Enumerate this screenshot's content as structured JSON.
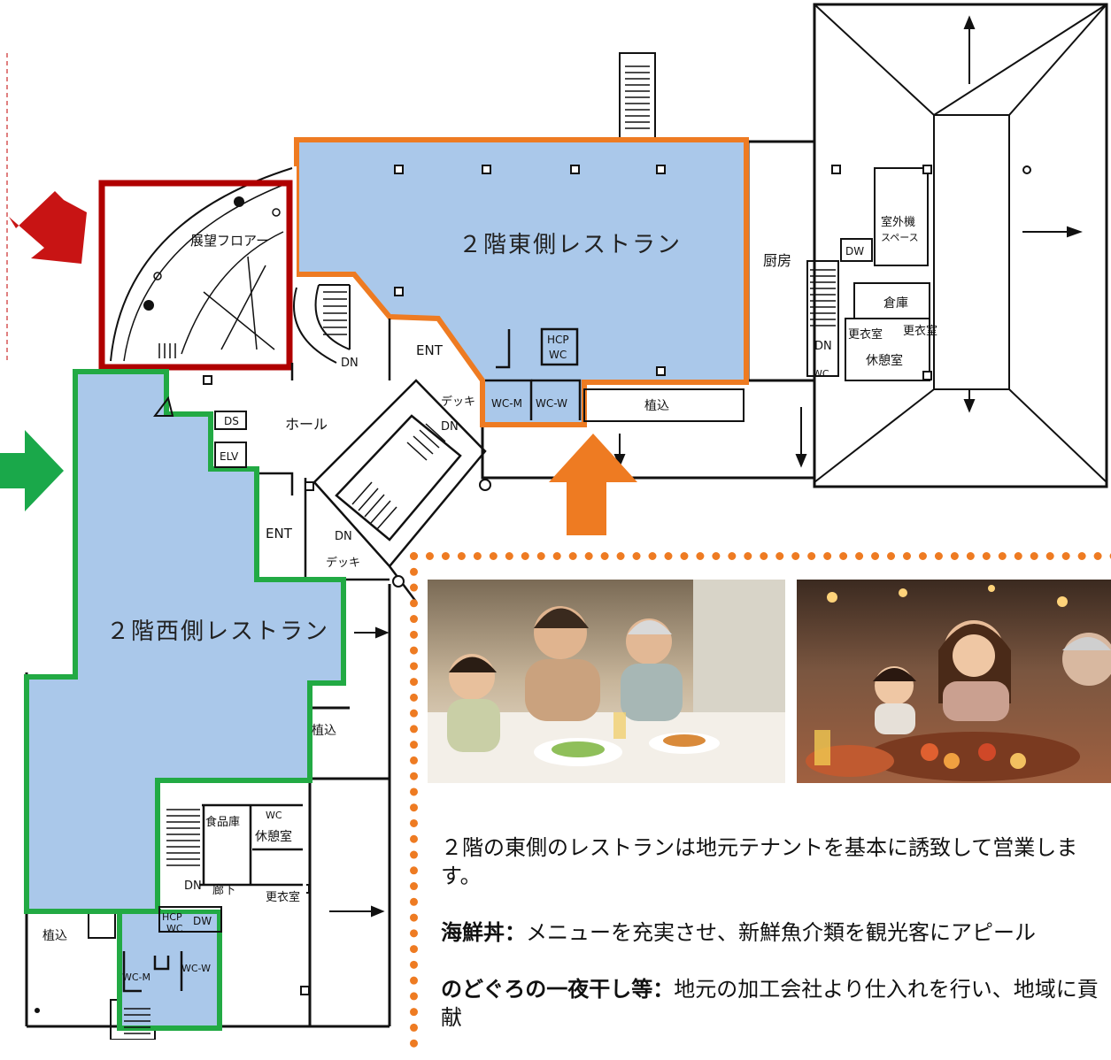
{
  "labels": {
    "east_restaurant": "２階東側レストラン",
    "west_restaurant": "２階西側レストラン",
    "observation_floor": "展望フロアー",
    "kitchen": "厨房",
    "hall": "ホール",
    "ent_east": "ENT",
    "ent_west": "ENT",
    "deck_east": "デッキ",
    "deck_west": "デッキ",
    "dn": "DN",
    "wc_m": "WC-M",
    "wc_w": "WC-W",
    "hcp_wc_a": "HCP",
    "hcp_wc_b": "WC",
    "planting": "植込",
    "elv": "ELV",
    "ds": "DS",
    "dw": "DW",
    "outdoor_unit_a": "室外機",
    "outdoor_unit_b": "スペース",
    "storage": "倉庫",
    "changing_room": "更衣室",
    "rest_room": "休憩室",
    "food_storage": "食品庫",
    "corridor": "廊下",
    "wc": "WC"
  },
  "description": {
    "line1": "２階の東側のレストランは地元テナントを基本に誘致して営業します。",
    "line2_bold": "海鮮丼：",
    "line2": "メニューを充実させ、新鮮魚介類を観光客にアピール",
    "line3_bold": "のどぐろの一夜干し等：",
    "line3": "地元の加工会社より仕入れを行い、地域に貢献"
  },
  "colors": {
    "east_outline": "#ee7b22",
    "west_outline": "#22aa44",
    "observation_outline": "#b00000",
    "restaurant_fill": "#aac8ea",
    "arrow_red": "#c81414",
    "arrow_green": "#1aa84a",
    "arrow_orange": "#ee7b22"
  },
  "icons": {
    "red_arrow": "arrow-down-right-icon",
    "green_arrow": "arrow-right-icon",
    "orange_arrow": "arrow-up-icon"
  }
}
